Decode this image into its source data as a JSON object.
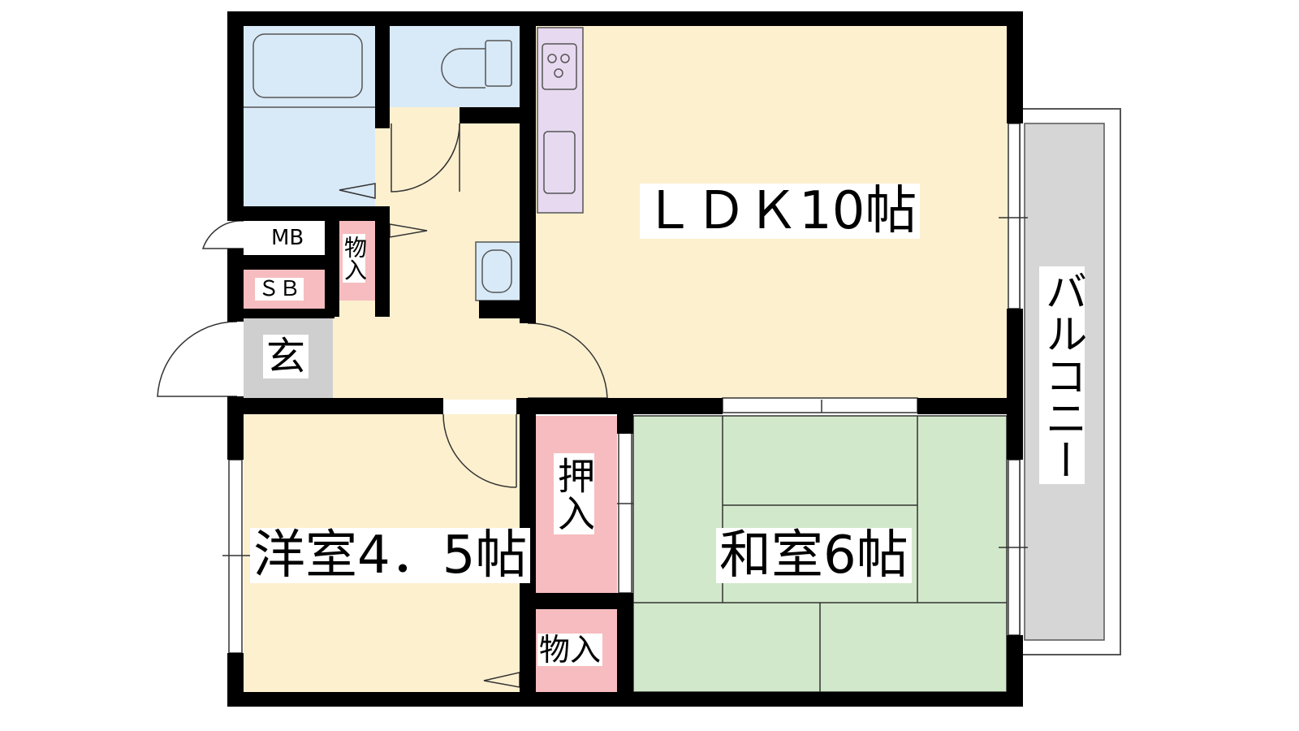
{
  "rooms": {
    "ldk": "ＬＤＫ10帖",
    "western": "洋室4．5帖",
    "japanese": "和室6帖",
    "balcony": "バルコニー",
    "entrance": "玄",
    "shoe_box": "ＳＢ",
    "meter_box": "MB",
    "storage_hall": "物入",
    "storage_small": "物入",
    "closet": "押入"
  },
  "colors": {
    "wall": "#000000",
    "ldk_floor": "#fdf0cf",
    "western_floor": "#fdf0cf",
    "hall_floor": "#fdf0cf",
    "tatami": "#d2e8cb",
    "wet_area": "#d8e9f7",
    "storage": "#f6bcbf",
    "kitchen": "#e7d9f0",
    "entrance": "#cfcfcf",
    "balcony": "#d6d6d6"
  }
}
